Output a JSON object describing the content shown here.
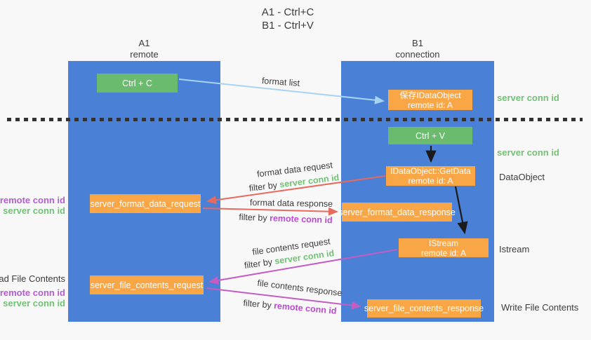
{
  "title": {
    "line1": "A1 - Ctrl+C",
    "line2": "B1 - Ctrl+V"
  },
  "columns": {
    "left": {
      "name": "A1",
      "role": "remote"
    },
    "right": {
      "name": "B1",
      "role": "connection"
    }
  },
  "nodes": {
    "ctrl_c": {
      "label": "Ctrl + C"
    },
    "ctrl_v": {
      "label": "Ctrl + V"
    },
    "save_dataobject": {
      "line1": "保存IDataObject",
      "line2": "remote id: A"
    },
    "getdata": {
      "line1": "IDataObject::GetData",
      "line2": "remote id: A"
    },
    "istream": {
      "line1": "IStream",
      "line2": "remote id: A"
    },
    "format_request": {
      "label": "server_format_data_request"
    },
    "format_response": {
      "label": "server_format_data_response"
    },
    "file_request": {
      "label": "server_file_contents_request"
    },
    "file_response": {
      "label": "server_file_contents_response"
    }
  },
  "side_labels": {
    "server_conn_id_top": "server conn id",
    "server_conn_id_mid": "server conn id",
    "dataobject": "DataObject",
    "istream": "Istream",
    "write_file_contents": "Write File Contents",
    "read_file_contents": "Read File Contents",
    "format_remote_conn_id": "remote conn id",
    "format_server_conn_id": "server conn id",
    "file_remote_conn_id": "remote conn id",
    "file_server_conn_id": "server conn id"
  },
  "arrow_labels": {
    "format_list": "format list",
    "format_data_request": "format data request",
    "filter_by_request_1": "filter by ",
    "filter_value_server_1": "server conn id",
    "format_data_response": "format data response",
    "filter_by_response_1": "filter by ",
    "filter_value_remote_1": "remote conn id",
    "file_contents_request": "file contents request",
    "filter_by_request_2": "filter by ",
    "filter_value_server_2": "server conn id",
    "file_contents_response": "file contents response",
    "filter_by_response_2": "filter by ",
    "filter_value_remote_2": "remote conn id"
  },
  "colors": {
    "column_blue": "#4a81d6",
    "node_green": "#6abb6e",
    "node_orange": "#f9a646",
    "label_green": "#71c175",
    "label_purple": "#b45bd6",
    "arrow_light_blue": "#a9d3f2",
    "arrow_red": "#e8695e",
    "arrow_magenta": "#c45cc4",
    "arrow_black": "#1b1b1b",
    "background": "#f8f8f8"
  }
}
